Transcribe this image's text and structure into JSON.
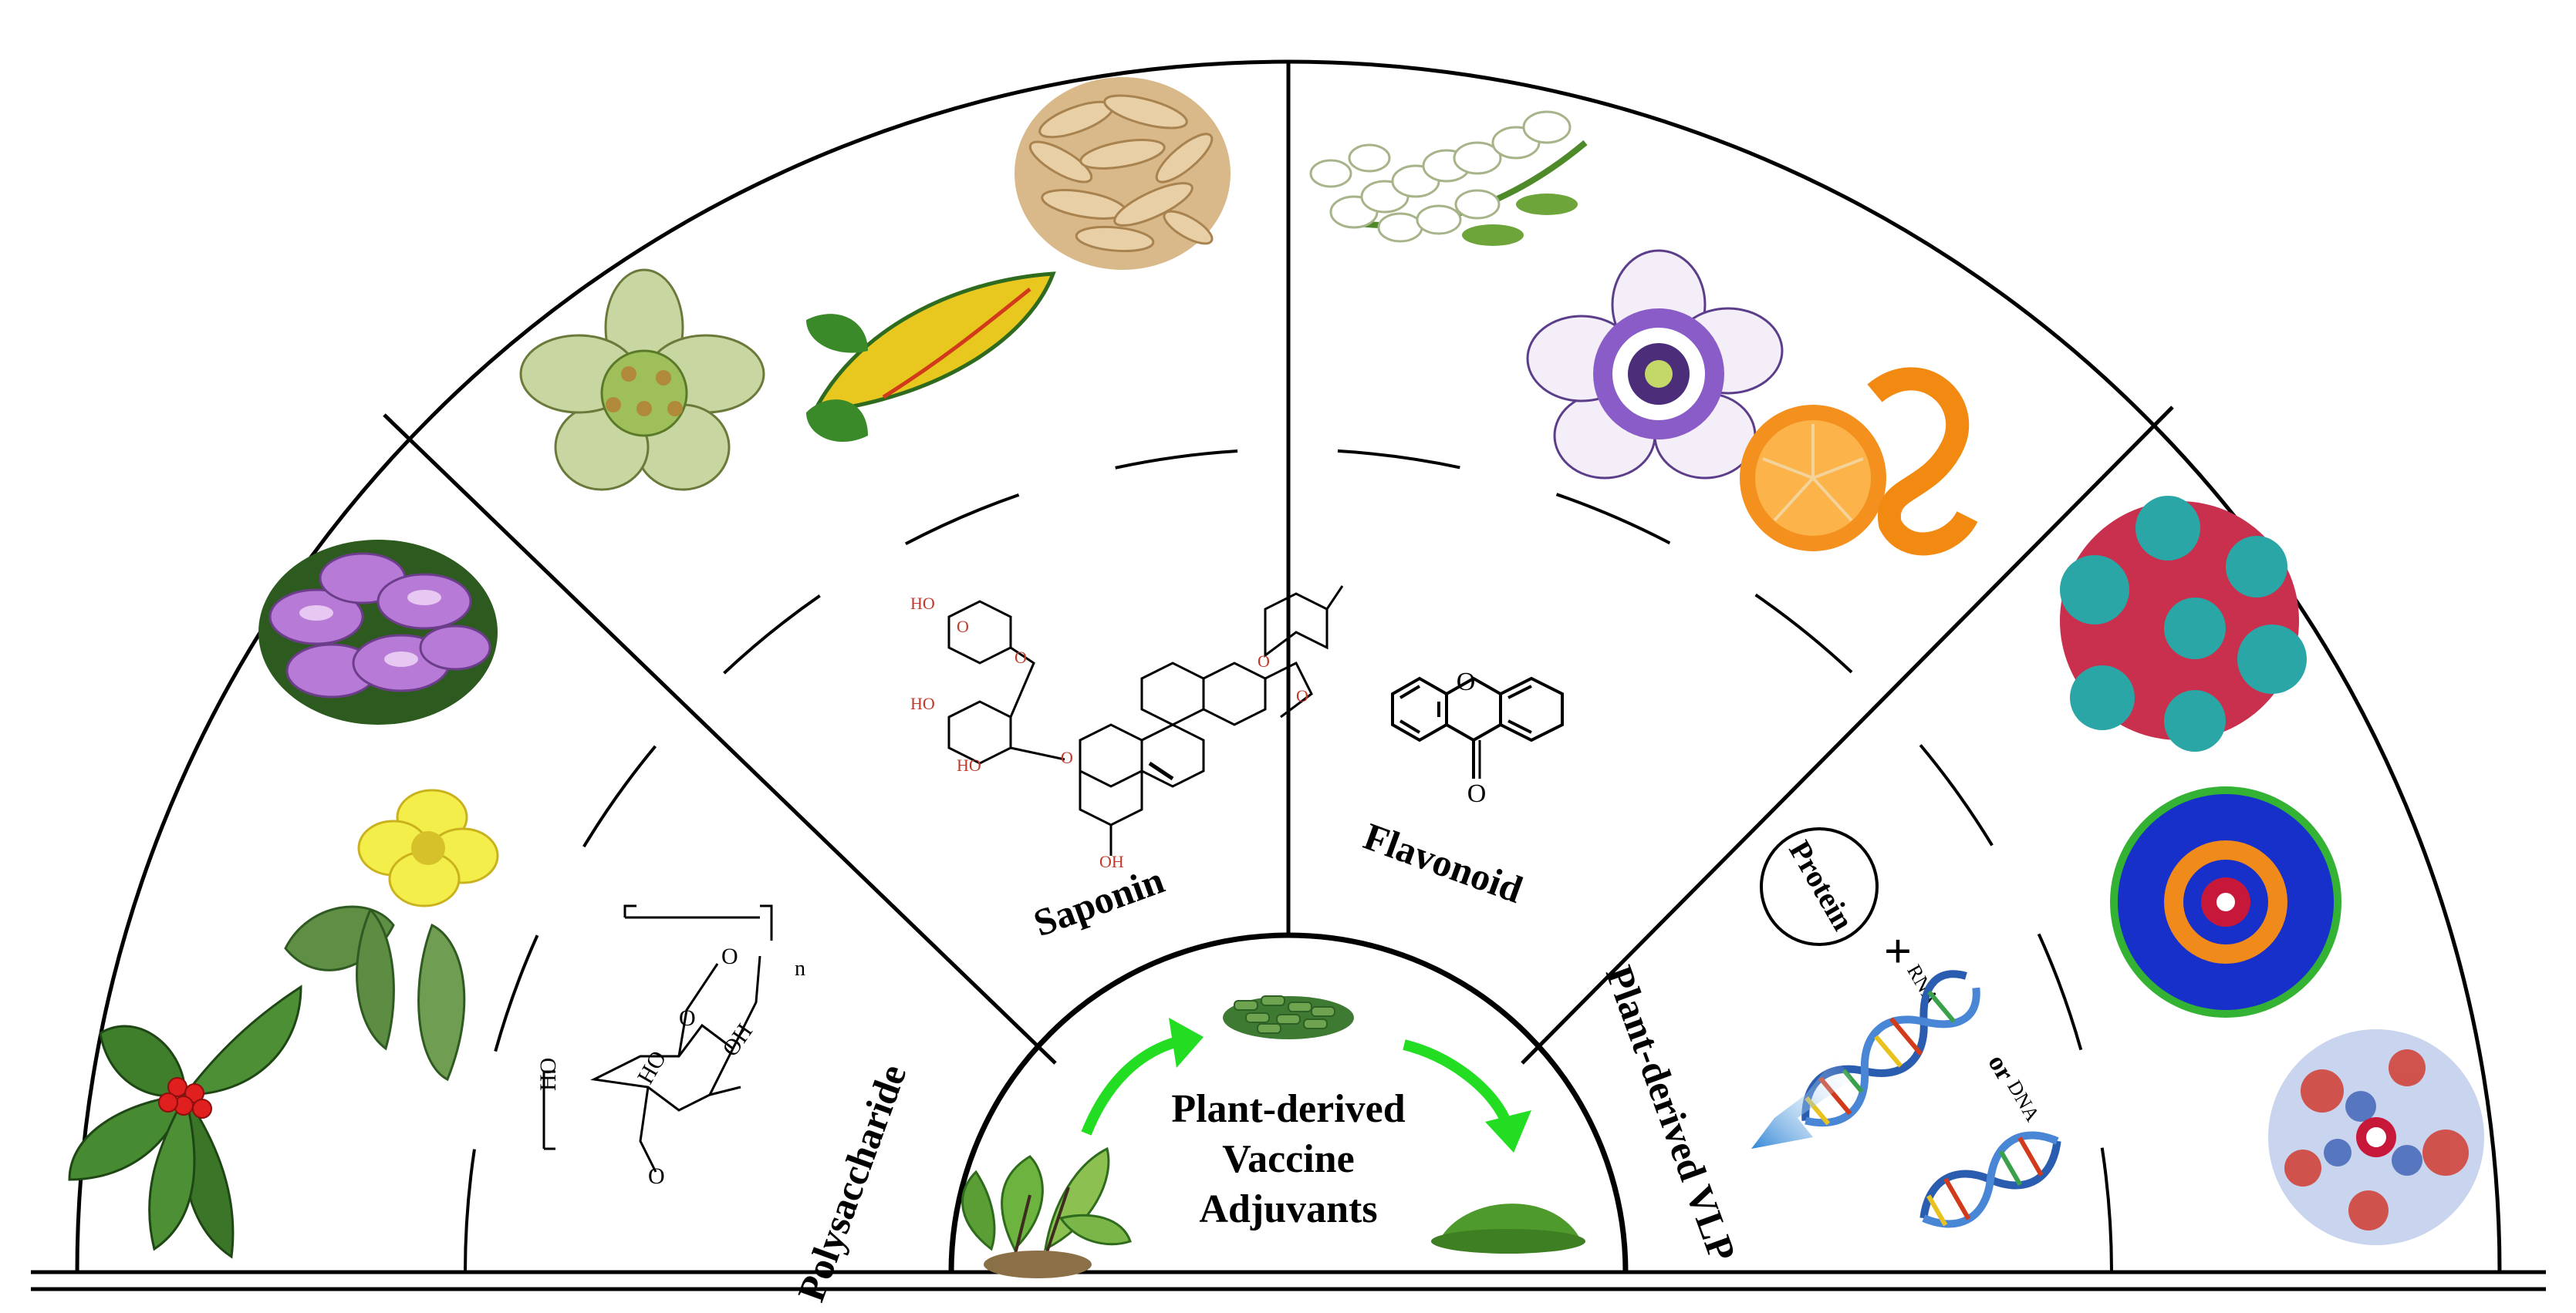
{
  "center": {
    "line1": "Plant-derived",
    "line2": "Vaccine",
    "line3": "Adjuvants"
  },
  "segments": {
    "polysaccharide": "Polysaccharide",
    "saponin": "Saponin",
    "flavonoid": "Flavonoid",
    "vlp": "Plant-derived VLP"
  },
  "vlp_components": {
    "protein": "Protein",
    "plus": "+",
    "rna": "RNA",
    "or": "or",
    "dna": "DNA"
  },
  "polysaccharide_structure": {
    "subscript": "n",
    "ho_left": "HO",
    "ho_mid": "HO",
    "oh_right": "OH",
    "o_ring": "O",
    "o_link": "O",
    "o_bottom": "O"
  },
  "flavonoid_structure": {
    "ring_o": "O",
    "carbonyl_o": "O"
  },
  "colors": {
    "frame": "#000000",
    "arrow_green": "#22dd22",
    "arrow_blue": "#2f86d6",
    "vlp_red": "#c8304e",
    "vlp_teal": "#2aa6a6",
    "vlp_blue": "#1730c9",
    "vlp_orange": "#f08a1a",
    "vlp_green": "#33b233",
    "orange_fruit": "#f4901e",
    "dna_blue": "#2a5db0"
  }
}
